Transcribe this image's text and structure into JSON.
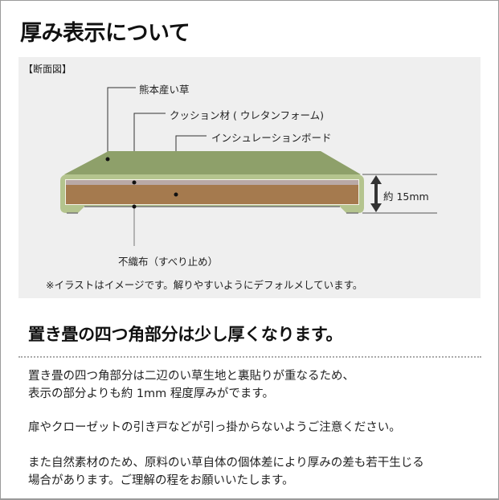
{
  "title": "厚み表示について",
  "diagram": {
    "panel_label": "【断面図】",
    "labels": {
      "igusa": "熊本産い草",
      "cushion": "クッション材 ( ウレタンフォーム)",
      "board": "インシュレーションボード",
      "nonwoven": "不織布（すべり止め）",
      "thickness": "約 15mm"
    },
    "note": "※イラストはイメージです。解りやすいようにデフォルメしています。",
    "colors": {
      "top_green": "#8ea06a",
      "edge_green": "#b4c48e",
      "board_brown": "#a57a4e",
      "cushion_grey": "#b9a9a6",
      "bg": "#efefef"
    }
  },
  "section2": {
    "heading": "置き畳の四つ角部分は少し厚くなります。",
    "paragraphs": [
      "置き畳の四つ角部分は二辺のい草生地と裏貼りが重なるため、",
      "表示の部分よりも約 1mm 程度厚みがでます。",
      "扉やクローゼットの引き戸などが引っ掛からないようご注意ください。",
      "また自然素材のため、原料のい草自体の個体差により厚みの差も若干生じる",
      "場合があります。ご理解の程をお願いいたします。"
    ]
  }
}
